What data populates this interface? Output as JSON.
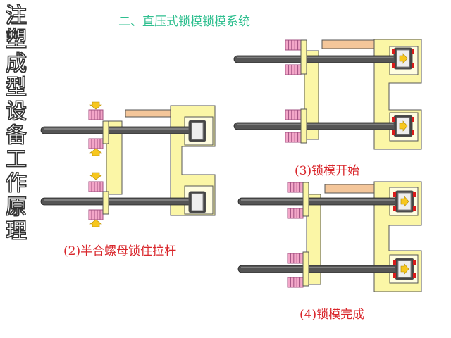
{
  "side_title": "注塑成型设备工作原理",
  "header": "二、直压式锁模锁模系统",
  "captions": {
    "step2": "(2)半合螺母锁住拉杆",
    "step3": "(3)锁模开始",
    "step4": "(4)锁模完成"
  },
  "colors": {
    "plate": "#fbf6a6",
    "plate_stroke": "#555555",
    "rod": "#555555",
    "nut": "#f3a6c8",
    "cylinder_rod": "#f4c69a",
    "arrow": "#f7c71e",
    "seal": "#d91b1b",
    "header": "#2fbf8f",
    "caption": "#d9262b"
  }
}
